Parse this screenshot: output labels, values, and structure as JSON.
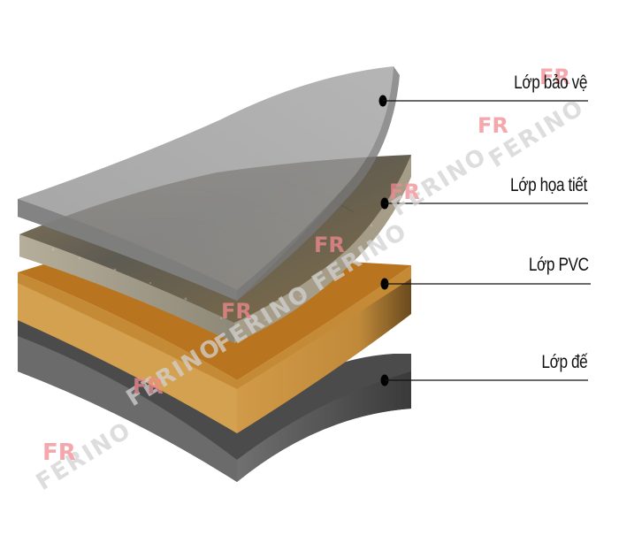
{
  "diagram": {
    "type": "exploded-layer-cross-section",
    "subject": "vinyl/SPC flooring layer structure",
    "layers": [
      {
        "id": "protective",
        "label": "Lớp bảo vệ",
        "color": "#8f8f8f",
        "order": 1
      },
      {
        "id": "pattern",
        "label": "Lớp họa tiết",
        "color": "#6e6a5e",
        "order": 2
      },
      {
        "id": "pvc",
        "label": "Lớp PVC",
        "color": "#c88a2e",
        "order": 3
      },
      {
        "id": "base",
        "label": "Lớp đế",
        "color": "#4a4a4a",
        "order": 4
      }
    ],
    "watermark": {
      "text": "FERINO",
      "logo": "FR",
      "logo_color": "#f08a90",
      "text_color": "#d2d2d2"
    },
    "colors": {
      "leader_line": "#111111",
      "dot": "#000000",
      "background": "#ffffff"
    }
  }
}
